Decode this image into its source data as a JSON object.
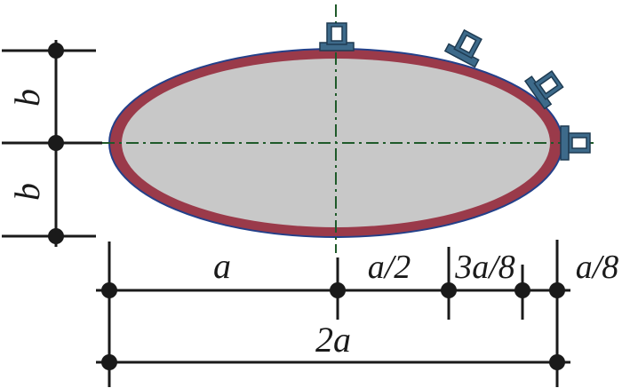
{
  "labels": {
    "b_upper": "b",
    "b_lower": "b",
    "a": "a",
    "a_half": "a/2",
    "three_a_eighth": "3a/8",
    "a_eighth": "a/8",
    "two_a": "2a"
  },
  "colors": {
    "ring": "#9a3a4a",
    "ring_edge": "#23408a",
    "fill": "#c8c8c8",
    "axis": "#1f5a2a",
    "clamp": "#3d6a8a",
    "dimension": "#1a1a1a"
  }
}
